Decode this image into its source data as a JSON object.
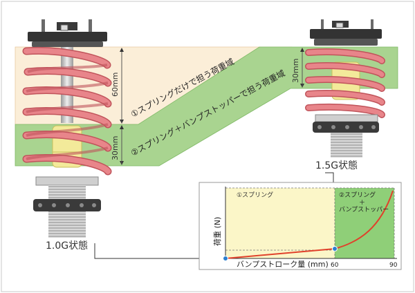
{
  "colors": {
    "spring_band": "#fbeed8",
    "bumpstop_band": "#a9d490",
    "spring": "#e8858a",
    "spring_dark": "#c0545b",
    "bumpstop": "#f3ea9a",
    "graph_spring_bg": "#fbf6c8",
    "graph_bump_bg": "#8fcf78",
    "curve": "#e0412b",
    "marker": "#2a7fd0"
  },
  "diagram": {
    "dim_60": "60mm",
    "dim_30_left": "30mm",
    "dim_30_right": "30mm",
    "label_spring_only": "①スプリングだけで担う荷重域",
    "label_spring_bump": "②スプリング＋バンプストッパーで担う荷重域",
    "state_1_0g": "1.0G状態",
    "state_1_5g": "1.5G状態"
  },
  "graph": {
    "region1_label": "①スプリング",
    "region2_label_line1": "②スプリング",
    "region2_label_plus": "＋",
    "region2_label_line2": "バンプストッパー",
    "ylabel": "荷重 (N)",
    "xlabel": "バンプストローク量 (mm)",
    "tick_60": "60",
    "tick_90": "90"
  }
}
